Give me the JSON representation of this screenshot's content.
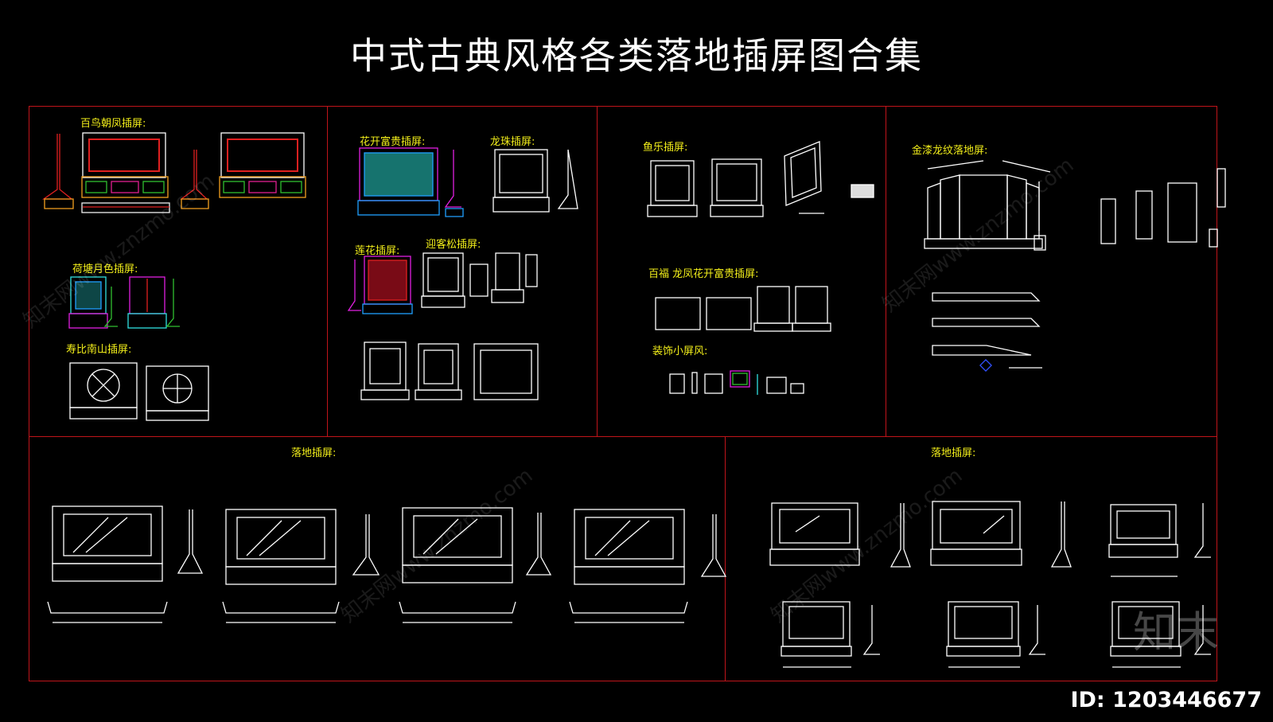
{
  "title": "中式古典风格各类落地插屏图合集",
  "labels": {
    "bainiao": "百鸟朝凤插屏:",
    "hetang": "荷塘月色插屏:",
    "shoubi": "寿比南山插屏:",
    "huakai": "花开富贵插屏:",
    "longzhu": "龙珠插屏:",
    "lianhua": "莲花插屏:",
    "yingke": "迎客松插屏:",
    "yule": "鱼乐插屏:",
    "baifu": "百福 龙凤花开富贵插屏:",
    "zhuangshi": "装饰小屏风:",
    "jinqi": "金漆龙纹落地屏:",
    "luodi_left": "落地插屏:",
    "luodi_right": "落地插屏:"
  },
  "watermark": {
    "text": "知末网www.znzmo.com",
    "logo": "知末",
    "id": "ID: 1203446677"
  },
  "colors": {
    "background": "#000000",
    "panel_border": "#c0141a",
    "label": "#f2ee1a",
    "line": "#ffffff"
  }
}
